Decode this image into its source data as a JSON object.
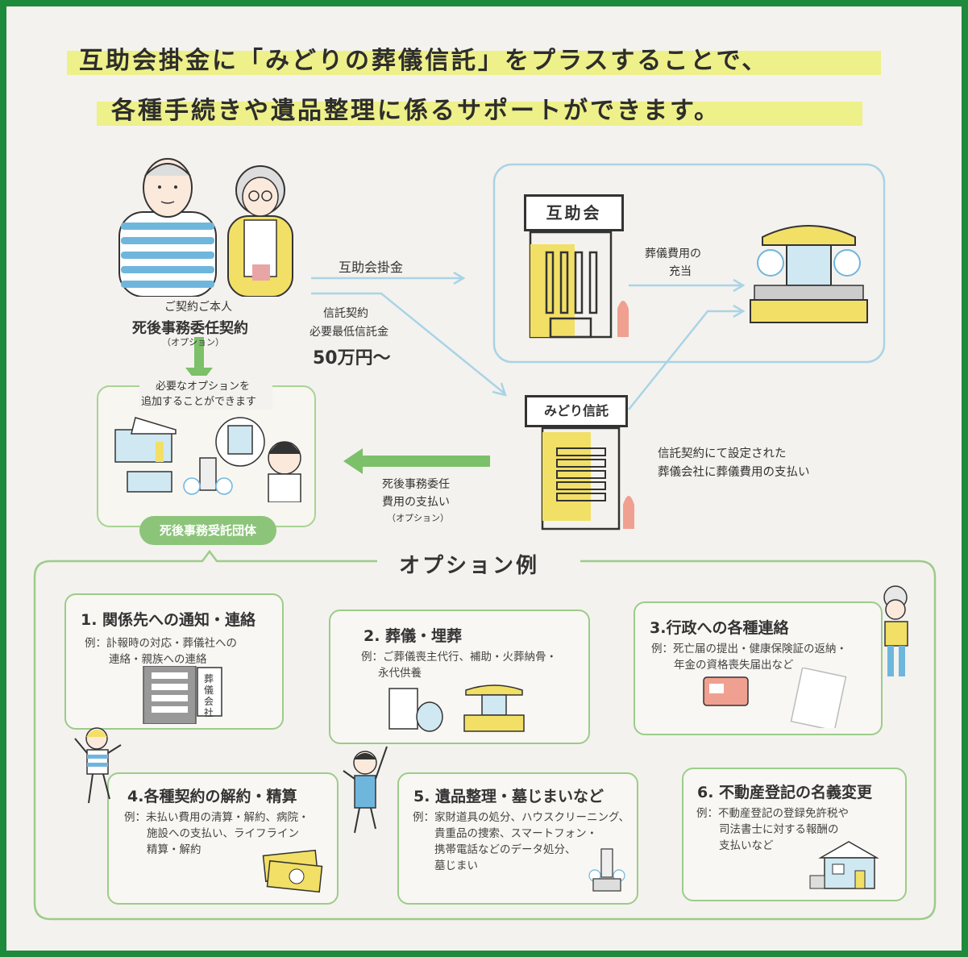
{
  "header": {
    "line1": "互助会掛金に「みどりの葬儀信託」をプラスすることで、",
    "line2": "各種手続きや遺品整理に係るサポートができます。"
  },
  "contractor": {
    "label": "ご契約ご本人",
    "contract": "死後事務委任契約",
    "option": "（オプション）"
  },
  "flow": {
    "premium": "互助会掛金",
    "trust_contract": "信託契約",
    "min_trust": "必要最低信託金",
    "amount": "50万円～",
    "funeral_cost_line1": "葬儀費用の",
    "funeral_cost_line2": "充当",
    "payment_line1": "信託契約にて設定された",
    "payment_line2": "葬儀会社に葬儀費用の支払い",
    "proxy_fee_line1": "死後事務委任",
    "proxy_fee_line2": "費用の支払い",
    "proxy_fee_option": "（オプション）"
  },
  "organizations": {
    "gojokai": "互助会",
    "midori": "みどり信託",
    "agency": "死後事務受託団体",
    "funeral_company_sign": "葬儀会社"
  },
  "options_note": {
    "line1": "必要なオプションを",
    "line2": "追加することができます"
  },
  "options": {
    "title": "オプション例",
    "items": [
      {
        "title": "1. 関係先への通知・連絡",
        "desc1": "例：訃報時の対応・葬儀社への",
        "desc2": "連絡・親族への連絡"
      },
      {
        "title": "2. 葬儀・埋葬",
        "desc1": "例：ご葬儀喪主代行、補助・火葬納骨・",
        "desc2": "永代供養"
      },
      {
        "title": "3.行政への各種連絡",
        "desc1": "例：死亡届の提出・健康保険証の返納・",
        "desc2": "年金の資格喪失届出など"
      },
      {
        "title": "4.各種契約の解約・精算",
        "desc1": "例：未払い費用の清算・解約、病院・",
        "desc2": "施設への支払い、ライフライン",
        "desc3": "精算・解約"
      },
      {
        "title": "5. 遺品整理・墓じまいなど",
        "desc1": "例：家財道具の処分、ハウスクリーニング、",
        "desc2": "貴重品の捜索、スマートフォン・",
        "desc3": "携帯電話などのデータ処分、",
        "desc4": "墓じまい"
      },
      {
        "title": "6. 不動産登記の名義変更",
        "desc1": "例：不動産登記の登録免許税や",
        "desc2": "司法書士に対する報酬の",
        "desc3": "支払いなど"
      }
    ]
  },
  "colors": {
    "frame": "#1e8a3c",
    "highlight": "#eef08a",
    "green_line": "#9ccc8a",
    "blue_line": "#a9d4e6",
    "arrow_green": "#7cc06a",
    "yellow": "#f2df66"
  }
}
